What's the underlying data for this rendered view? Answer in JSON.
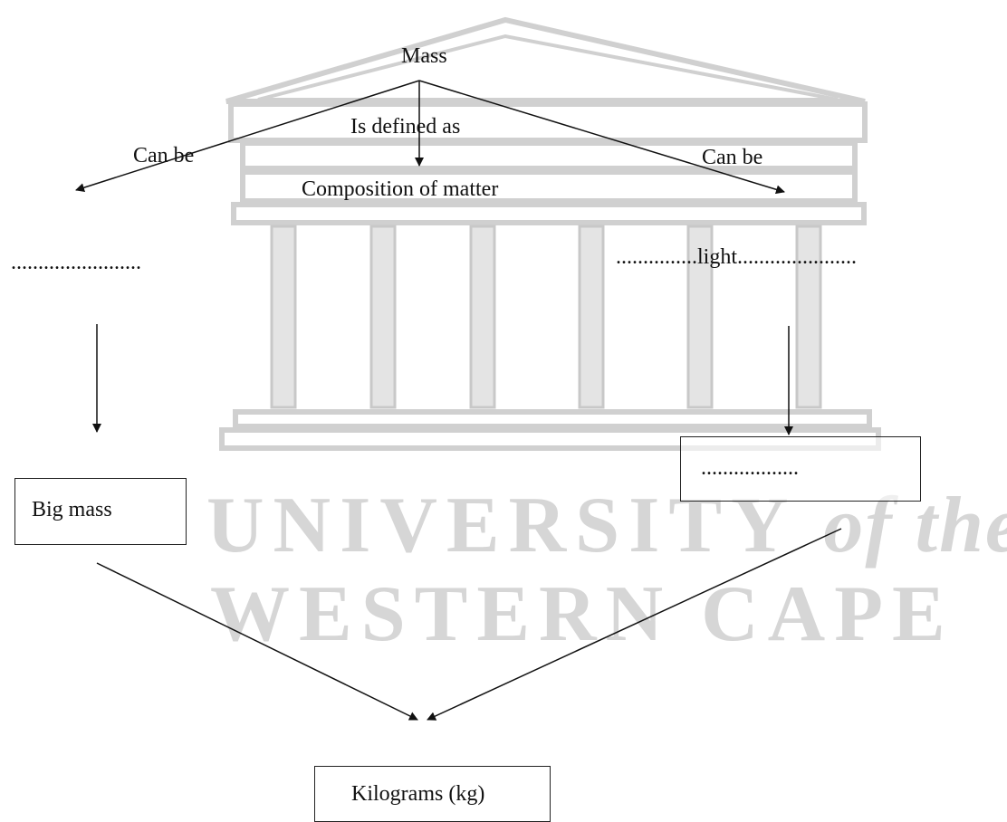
{
  "watermark": {
    "university": "UNIVERSITY",
    "of_the": "of the",
    "western_cape": "WESTERN CAPE"
  },
  "nodes": {
    "root": "Mass",
    "left_relation": "Can be",
    "center_relation": "Is defined as",
    "right_relation": "Can be",
    "definition": "Composition of matter",
    "left_blank": "........................",
    "right_blank_left": "...............",
    "right_blank_word": "light",
    "right_blank_right": "......................",
    "left_box": "Big mass",
    "right_box": "..................",
    "bottom_box": "Kilograms (kg)"
  }
}
